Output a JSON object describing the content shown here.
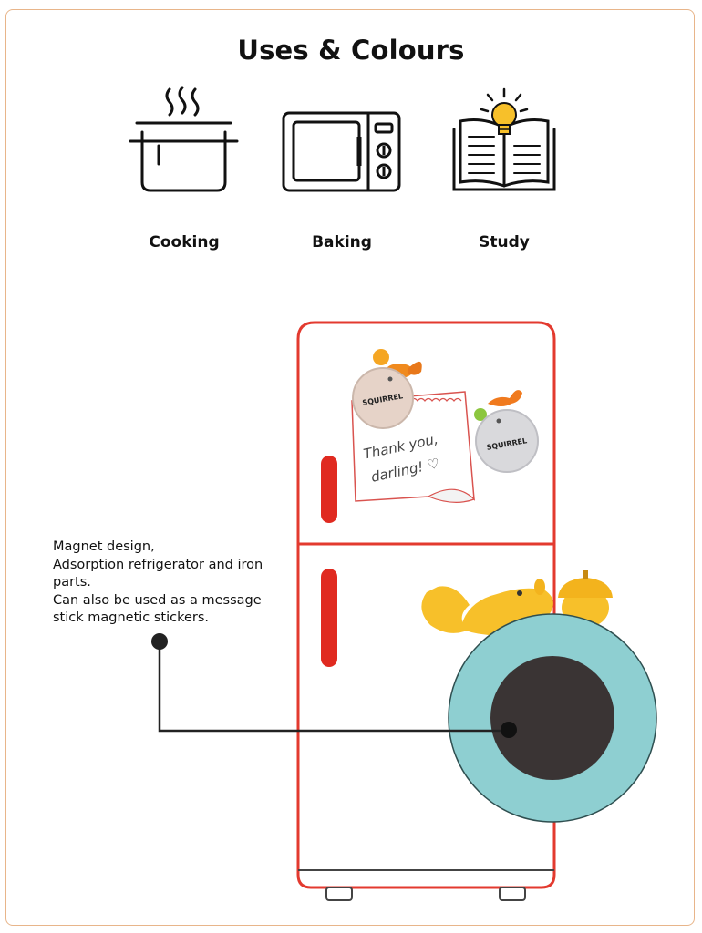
{
  "title": "Uses & Colours",
  "uses": [
    {
      "label": "Cooking",
      "icon": "cooking-pot-icon"
    },
    {
      "label": "Baking",
      "icon": "microwave-icon"
    },
    {
      "label": "Study",
      "icon": "book-lightbulb-icon"
    }
  ],
  "callout": {
    "lines": [
      "Magnet design,",
      "Adsorption refrigerator and iron",
      "parts.",
      "Can also be used as a message",
      "stick magnetic stickers."
    ]
  },
  "note": {
    "line1": "Thank you,",
    "line2": "darling! ♡"
  },
  "magnet_label": "SQUIRREL",
  "colors": {
    "fridge": "#e33a2f",
    "handle": "#e02a20",
    "magnet_ring": "#8ecfd1",
    "magnet_center": "#3a3434",
    "squirrel": "#f7c02a",
    "frame": "#e8b58a"
  }
}
